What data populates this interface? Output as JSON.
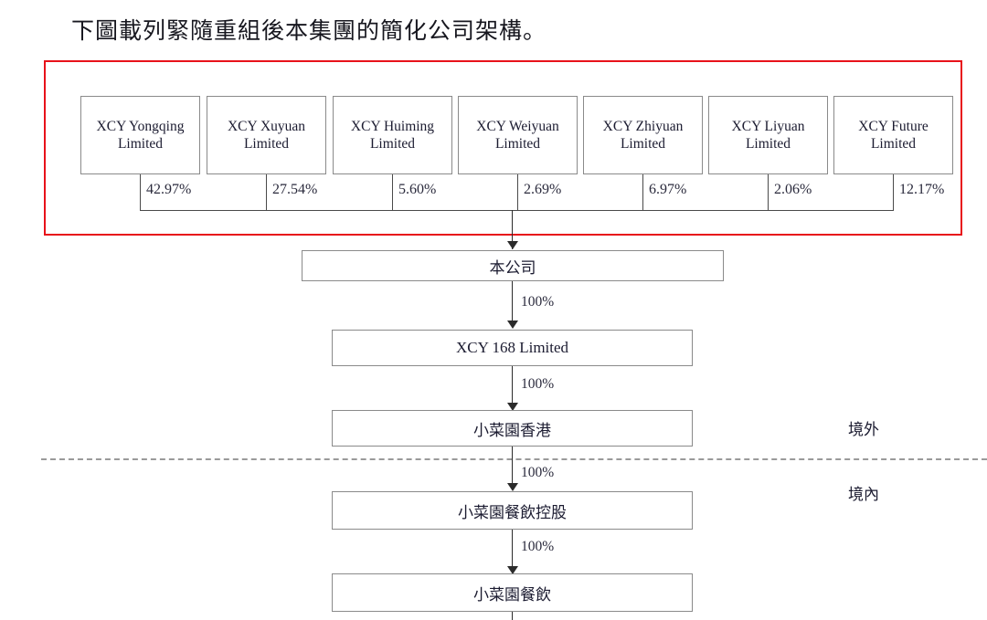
{
  "heading": "下圖載列緊隨重組後本集團的簡化公司架構。",
  "colors": {
    "highlight_frame": "#e8121a",
    "box_border": "#8a8a8a",
    "line": "#4a4a4a",
    "dashed_divider": "#9a9a9a",
    "text": "#1b1b30"
  },
  "shareholders": [
    {
      "name": "XCY Yongqing Limited",
      "percent": "42.97%"
    },
    {
      "name": "XCY Xuyuan Limited",
      "percent": "27.54%"
    },
    {
      "name": "XCY Huiming Limited",
      "percent": "5.60%"
    },
    {
      "name": "XCY Weiyuan Limited",
      "percent": "2.69%"
    },
    {
      "name": "XCY Zhiyuan Limited",
      "percent": "6.97%"
    },
    {
      "name": "XCY Liyuan Limited",
      "percent": "2.06%"
    },
    {
      "name": "XCY Future Limited",
      "percent": "12.17%"
    }
  ],
  "chain": [
    {
      "name": "本公司",
      "percent_below": "100%"
    },
    {
      "name": "XCY 168 Limited",
      "percent_below": "100%"
    },
    {
      "name": "小菜園香港",
      "percent_below": "100%"
    },
    {
      "name": "小菜園餐飲控股",
      "percent_below": "100%"
    },
    {
      "name": "小菜園餐飲",
      "percent_below": ""
    }
  ],
  "jurisdiction": {
    "offshore": "境外",
    "onshore": "境內"
  }
}
